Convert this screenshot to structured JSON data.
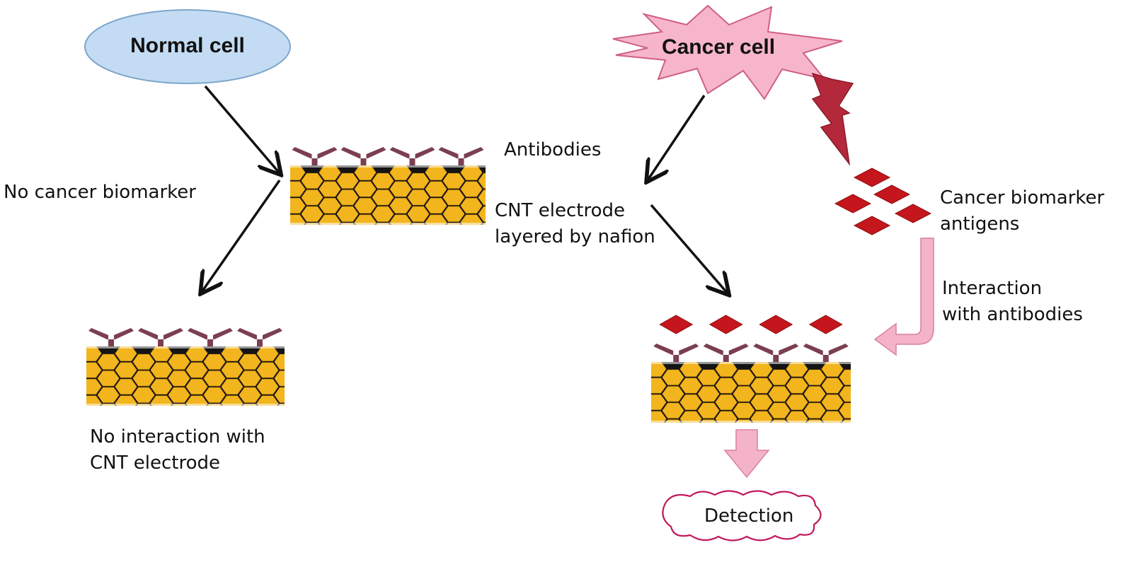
{
  "labels": {
    "normal_cell": "Normal cell",
    "cancer_cell": "Cancer cell",
    "antibodies": "Antibodies",
    "no_cancer_biomarker": "No cancer biomarker",
    "cnt_electrode_line1": "CNT electrode",
    "cnt_electrode_line2": "layered by nafion",
    "cancer_biomarker_line1": "Cancer biomarker",
    "cancer_biomarker_line2": "antigens",
    "interaction_line1": "Interaction",
    "interaction_line2": "with antibodies",
    "no_interaction_line1": "No interaction with",
    "no_interaction_line2": "CNT electrode",
    "detection": "Detection"
  },
  "colors": {
    "ellipse_fill": "#c3dcf3",
    "ellipse_stroke": "#7da6cc",
    "star_fill": "#f6b5cb",
    "star_stroke": "#d0607f",
    "lightning_fill": "#b3283a",
    "antigen": "#c4161c",
    "antibody": "#7b3f50",
    "cnt_fill": "#f2b51e",
    "cnt_stroke": "#141414",
    "pink_arrow": "#f4b3c9",
    "pink_arrow_stroke": "#d97fa0"
  }
}
